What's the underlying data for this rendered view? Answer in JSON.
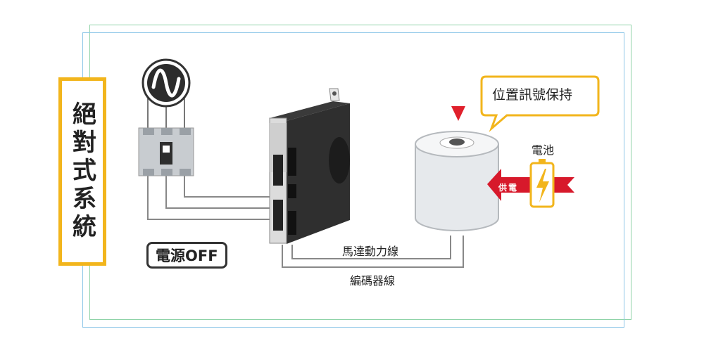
{
  "title": "絕對式系統",
  "power_status": "電源OFF",
  "bubble": "位置訊號保持",
  "battery_label": "電池",
  "supply_label": "供電",
  "motor_cable_label": "馬達動力線",
  "encoder_cable_label": "編碼器線",
  "icons": {
    "ac_source": "ac-sine-icon",
    "breaker": "breaker-switch-icon",
    "driver": "servo-driver-icon",
    "motor": "servo-motor-icon",
    "battery": "battery-icon",
    "marker": "down-triangle-icon"
  },
  "colors": {
    "accent_yellow": "#f2b51c",
    "supply_red": "#d7192b",
    "marker_red": "#e0202c",
    "frame_green": "#8fd3a8",
    "frame_blue": "#8fc7e8"
  }
}
